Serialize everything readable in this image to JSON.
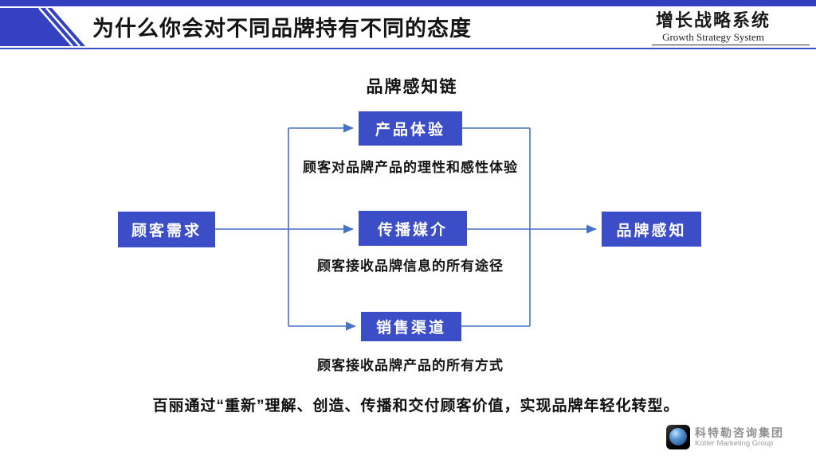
{
  "header": {
    "title": "为什么你会对不同品牌持有不同的态度",
    "brand_cn": "增长战略系统",
    "brand_en": "Growth Strategy System"
  },
  "diagram": {
    "chain_title": "品牌感知链",
    "source_box": "顾客需求",
    "target_box": "品牌感知",
    "middle_boxes": [
      {
        "label": "产品体验",
        "caption": "顾客对品牌产品的理性和感性体验"
      },
      {
        "label": "传播媒介",
        "caption": "顾客接收品牌信息的所有途径"
      },
      {
        "label": "销售渠道",
        "caption": "顾客接收品牌产品的所有方式"
      }
    ]
  },
  "summary": "百丽通过“重新”理解、创造、传播和交付顾客价值，实现品牌年轻化转型。",
  "footer_logo": {
    "name_cn": "科特勒咨询集团",
    "name_en": "Kotler Marketing Group"
  },
  "colors": {
    "box_blue": "#3b4ec8",
    "line_blue": "#4472c4",
    "topbar_blue": "#3240c0"
  }
}
